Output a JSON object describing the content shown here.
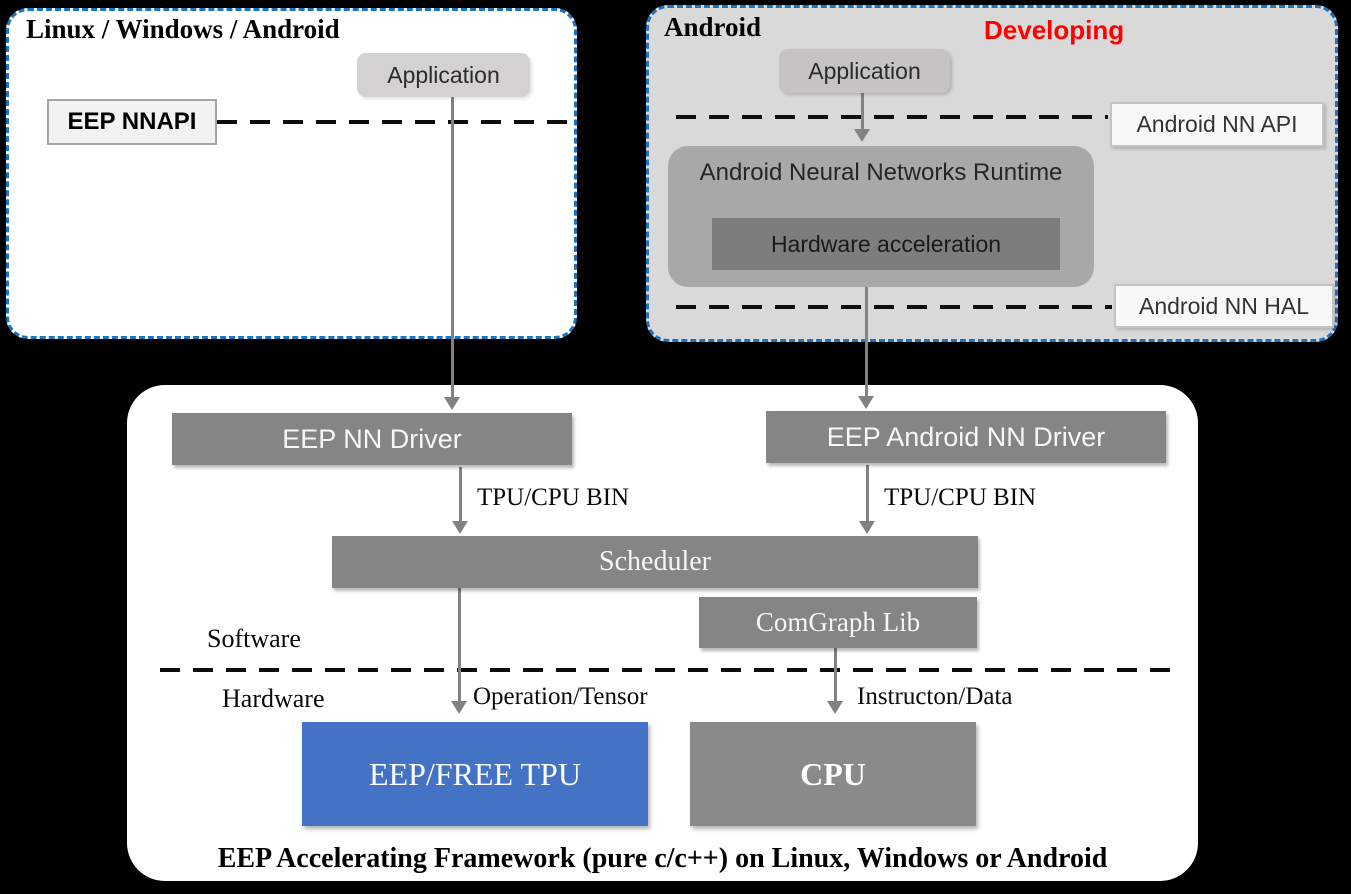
{
  "panels": {
    "left": {
      "title": "Linux / Windows / Android",
      "application_label": "Application",
      "eep_nnapi_label": "EEP NNAPI"
    },
    "right": {
      "title": "Android",
      "status": "Developing",
      "application_label": "Application",
      "runtime_label": "Android Neural Networks Runtime",
      "hw_accel_label": "Hardware acceleration",
      "nn_api_label": "Android NN API",
      "nn_hal_label": "Android NN HAL"
    },
    "framework": {
      "eep_nn_driver_label": "EEP NN Driver",
      "eep_android_nn_driver_label": "EEP Android NN Driver",
      "tpu_cpu_bin_left_label": "TPU/CPU BIN",
      "tpu_cpu_bin_right_label": "TPU/CPU BIN",
      "scheduler_label": "Scheduler",
      "comgraph_label": "ComGraph Lib",
      "software_label": "Software",
      "hardware_label": "Hardware",
      "operation_tensor_label": "Operation/Tensor",
      "instruction_data_label": "Instructon/Data",
      "tpu_label": "EEP/FREE TPU",
      "cpu_label": "CPU",
      "caption": "EEP Accelerating Framework (pure c/c++) on Linux, Windows or Android"
    }
  },
  "colors": {
    "accent_blue": "#4472C4",
    "panel_gray": "#D9D9D9",
    "box_gray": "#858585",
    "runtime_gray": "#A8A8A8",
    "hw_accel_gray": "#7D7D7D",
    "dashed_border_blue": "#1E73BE",
    "developing_red": "#FF0000",
    "connector_gray": "#828282"
  }
}
